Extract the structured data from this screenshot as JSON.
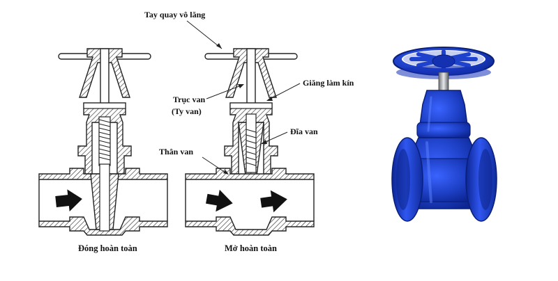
{
  "labels": {
    "handwheel": "Tay quay vô lăng",
    "stem_line1": "Trục van",
    "stem_line2": "(Ty van)",
    "gasket": "Giăng làm kín",
    "disc": "Đĩa van",
    "body": "Thân van"
  },
  "captions": {
    "closed": "Đóng hoàn toàn",
    "open": "Mở hoàn toàn"
  },
  "colors": {
    "valve_blue": "#1d3fc4",
    "valve_blue_dark": "#0c2592",
    "line": "#222222",
    "arrow": "#111111"
  },
  "icons": {
    "flow_arrow": "flow-arrow-icon",
    "handwheel": "handwheel-icon"
  }
}
